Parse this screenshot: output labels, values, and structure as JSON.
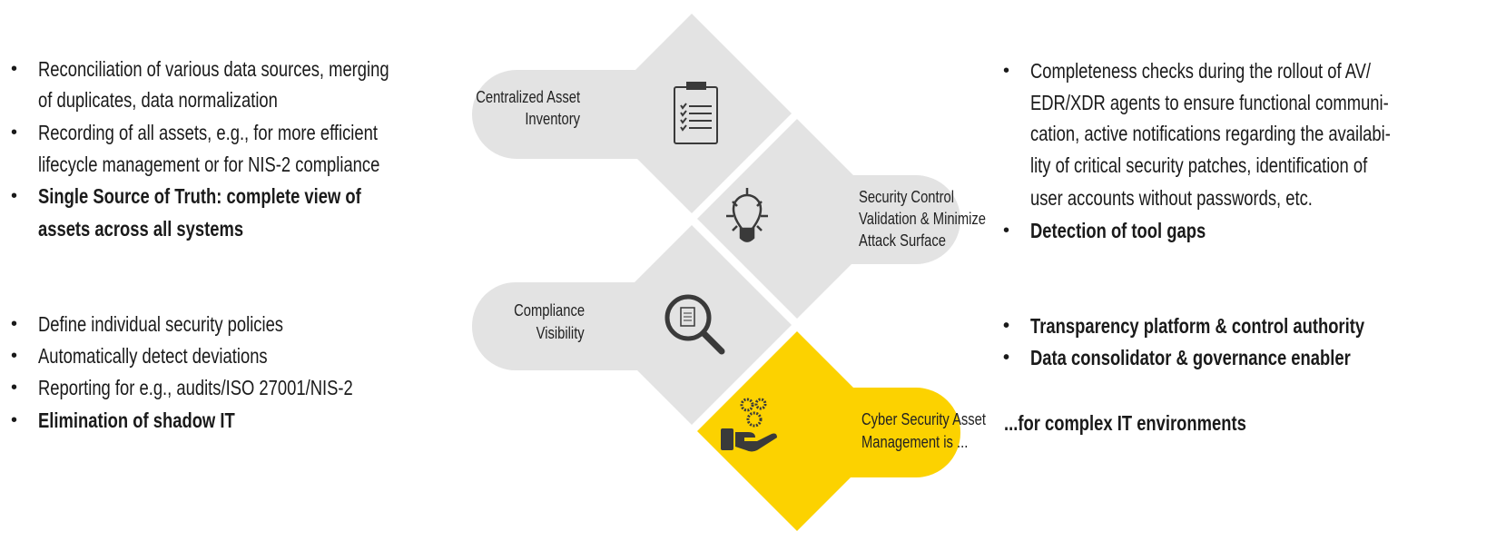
{
  "colors": {
    "gray": "#e3e3e3",
    "yellow": "#fcd200",
    "icon": "#3a3a3a",
    "text": "#1a1a1a"
  },
  "left": {
    "group1": [
      {
        "lines": [
          "Reconciliation of various data sources, merging",
          "of duplicates, data normalization"
        ],
        "bold": false
      },
      {
        "lines": [
          "Recording of all assets, e.g., for more efficient",
          "lifecycle management or for NIS-2 compliance"
        ],
        "bold": false
      },
      {
        "lines": [
          "Single Source of Truth: complete view of",
          "assets across all systems"
        ],
        "bold": true
      }
    ],
    "group2": [
      {
        "lines": [
          "Define individual security policies"
        ],
        "bold": false
      },
      {
        "lines": [
          "Automatically detect deviations"
        ],
        "bold": false
      },
      {
        "lines": [
          "Reporting for e.g., audits/ISO 27001/NIS-2"
        ],
        "bold": false
      },
      {
        "lines": [
          "Elimination of shadow IT"
        ],
        "bold": true
      }
    ]
  },
  "right": {
    "group1": [
      {
        "lines": [
          "Completeness checks during the rollout of AV/",
          "EDR/XDR agents to ensure functional communi-",
          "cation, active notifications regarding the availabi-",
          "lity of critical security patches, identification of",
          "user accounts without passwords, etc."
        ],
        "bold": false
      },
      {
        "lines": [
          "Detection of tool gaps"
        ],
        "bold": true
      }
    ],
    "group2": [
      {
        "lines": [
          "Transparency platform & control authority"
        ],
        "bold": true
      },
      {
        "lines": [
          "Data consolidator & governance enabler"
        ],
        "bold": true
      }
    ],
    "tagline": "...for complex IT environments"
  },
  "bullet": "•",
  "center": {
    "tiles": [
      {
        "label_lines": [
          "Centralized Asset",
          "Inventory"
        ],
        "icon": "clipboard-checklist-icon"
      },
      {
        "label_lines": [
          "Security Control",
          "Validation & Minimize",
          "Attack Surface"
        ],
        "icon": "lightbulb-icon"
      },
      {
        "label_lines": [
          "Compliance",
          "Visibility"
        ],
        "icon": "magnifier-document-icon"
      },
      {
        "label_lines": [
          "Cyber Security Asset",
          "Management is ..."
        ],
        "icon": "hand-gears-icon"
      }
    ]
  }
}
